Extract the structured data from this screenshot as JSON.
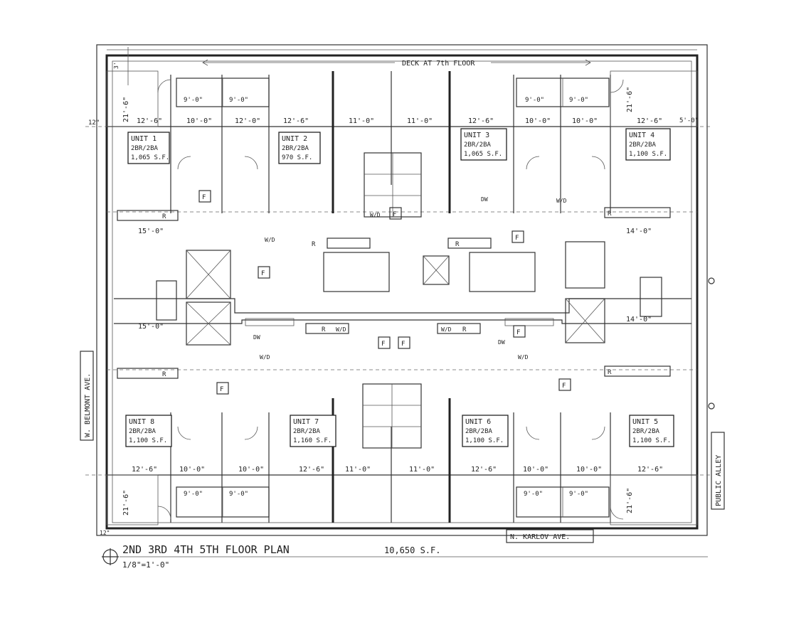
{
  "deck_label": "DECK AT 7th FLOOR",
  "plan_title": "2ND 3RD 4TH 5TH FLOOR PLAN",
  "scale": "1/8\"=1'-0\"",
  "area": "10,650 S.F.",
  "streets": {
    "west": "W. BELMONT AVE.",
    "south": "N. KARLOV AVE.",
    "east": "PUBLIC ALLEY"
  },
  "units": [
    {
      "name": "UNIT 1",
      "type": "2BR/2BA",
      "area": "1,065 S.F."
    },
    {
      "name": "UNIT 2",
      "type": "2BR/2BA",
      "area": "970 S.F."
    },
    {
      "name": "UNIT 3",
      "type": "2BR/2BA",
      "area": "1,065 S.F."
    },
    {
      "name": "UNIT 4",
      "type": "2BR/2BA",
      "area": "1,100 S.F."
    },
    {
      "name": "UNIT 5",
      "type": "2BR/2BA",
      "area": "1,100 S.F."
    },
    {
      "name": "UNIT 6",
      "type": "2BR/2BA",
      "area": "1,100 S.F."
    },
    {
      "name": "UNIT 7",
      "type": "2BR/2BA",
      "area": "1,160 S.F."
    },
    {
      "name": "UNIT 8",
      "type": "2BR/2BA",
      "area": "1,100 S.F."
    }
  ],
  "dimensions": {
    "top_row": [
      "12'-6\"",
      "10'-0\"",
      "12'-0\"",
      "12'-6\"",
      "11'-0\"",
      "11'-0\"",
      "12'-6\"",
      "10'-0\"",
      "10'-0\"",
      "12'-6\""
    ],
    "bottom_row": [
      "12'-6\"",
      "10'-0\"",
      "10'-0\"",
      "12'-6\"",
      "11'-0\"",
      "11'-0\"",
      "12'-6\"",
      "10'-0\"",
      "10'-0\"",
      "12'-6\""
    ],
    "balcony_top": [
      "9'-0\"",
      "9'-0\"",
      "9'-0\"",
      "9'-0\""
    ],
    "balcony_bottom": [
      "9'-0\"",
      "9'-0\"",
      "9'-0\"",
      "9'-0\""
    ],
    "side_left": [
      "15'-0\"",
      "15'-0\""
    ],
    "side_right": [
      "14'-0\"",
      "14'-0\""
    ],
    "end_depth": [
      "21'-6\"",
      "21'-6\"",
      "21'-6\"",
      "21'-6\""
    ],
    "edge": [
      "12\"",
      "5'-0\"",
      "3'",
      "12\""
    ]
  },
  "fixture_labels": {
    "fridge": "R",
    "furnace": "F",
    "dishwasher": "DW",
    "washer": "W/D"
  }
}
